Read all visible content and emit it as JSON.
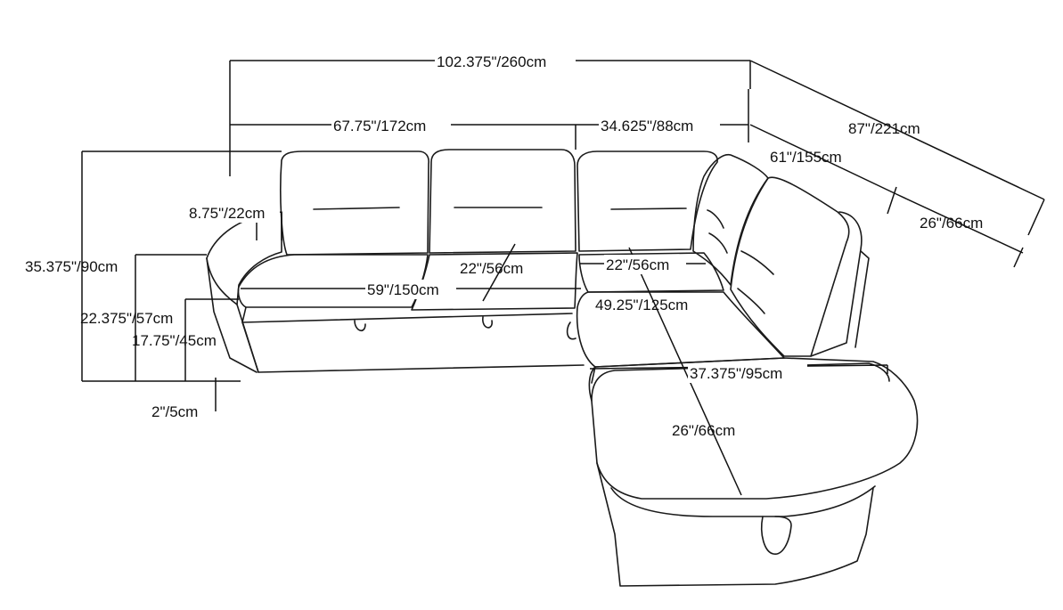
{
  "dimensions": {
    "overall_width": "102.375\"/260cm",
    "left_section_width": "67.75\"/172cm",
    "corner_width": "34.625\"/88cm",
    "right_depth": "87\"/221cm",
    "right_back": "61\"/155cm",
    "right_arm": "26\"/66cm",
    "arm_width": "8.75\"/22cm",
    "total_height": "35.375\"/90cm",
    "arm_height": "22.375\"/57cm",
    "seat_height": "17.75\"/45cm",
    "leg_height": "2\"/5cm",
    "seat_width": "59\"/150cm",
    "seat_depth": "22\"/56cm",
    "corner_seat_depth": "22\"/56cm",
    "chaise_length": "49.25\"/125cm",
    "chaise_width": "37.375\"/95cm",
    "chaise_depth": "26\"/66cm"
  },
  "colors": {
    "line": "#1a1a1a",
    "background": "#ffffff"
  }
}
